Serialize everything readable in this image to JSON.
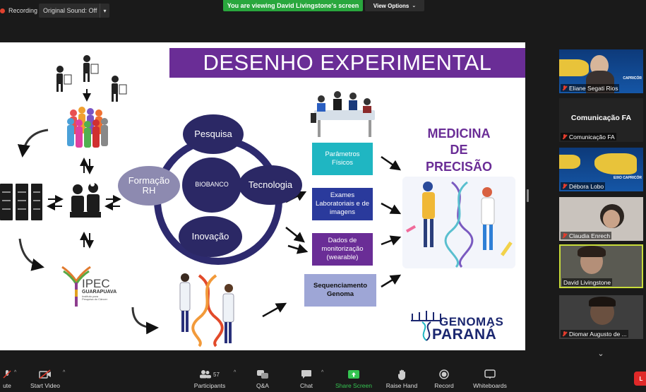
{
  "top_bar": {
    "recording_label": "Recording",
    "sound_label": "Original Sound: Off",
    "viewing_banner": "You are viewing David Livingstone's screen",
    "view_options_label": "View Options"
  },
  "slide": {
    "title": "DESENHO EXPERIMENTAL",
    "nodes": {
      "pesquisa": "Pesquisa",
      "formacao": "Formação RH",
      "biobanco": "BIOBANCO",
      "tecnologia": "Tecnologia",
      "inovacao": "Inovação"
    },
    "boxes": {
      "parametros": "Parâmetros Físicos",
      "exames": "Exames Laboratoriais e de imagens",
      "dados": "Dados de monitorização (wearable)",
      "sequenciamento": "Sequenciamento Genoma"
    },
    "medicina": [
      "MEDICINA",
      "DE",
      "PRECISÃO"
    ],
    "genomas_logo": {
      "line1": "GENOMAS",
      "line2": "PARANÁ"
    },
    "ipec_logo": {
      "name": "IPEC",
      "subtitle": "GUARAPUAVA",
      "tagline": "Instituto para Pesquisa do Câncer"
    }
  },
  "participants_panel": {
    "tiles": [
      {
        "name": "Eliane Segati Rios",
        "muted": true,
        "banner": "CAPRICÓR"
      },
      {
        "name": "Comunicação FA",
        "muted": true,
        "display_text": "Comunicação FA"
      },
      {
        "name": "Débora Lobo",
        "muted": true,
        "banner": "EIXO CAPRICÓR"
      },
      {
        "name": "Claudia Enrech",
        "muted": true
      },
      {
        "name": "David Livingstone",
        "muted": false,
        "active": true
      },
      {
        "name": "Diomar Augusto de ...",
        "muted": true
      }
    ]
  },
  "toolbar": {
    "items": [
      {
        "label": "ute",
        "icon": "mic-icon"
      },
      {
        "label": "Start Video",
        "icon": "video-off-icon"
      },
      {
        "label": "Participants",
        "icon": "participants-icon",
        "count": "57"
      },
      {
        "label": "Q&A",
        "icon": "qa-icon"
      },
      {
        "label": "Chat",
        "icon": "chat-icon"
      },
      {
        "label": "Share Screen",
        "icon": "share-screen-icon"
      },
      {
        "label": "Raise Hand",
        "icon": "hand-icon"
      },
      {
        "label": "Record",
        "icon": "record-icon"
      },
      {
        "label": "Whiteboards",
        "icon": "whiteboard-icon"
      }
    ],
    "leave_label": "L"
  },
  "colors": {
    "purple": "#6a2d96",
    "navy": "#2b2865",
    "cyan": "#1fb6c2",
    "share_green": "#35c451",
    "active_border": "#c8dc3a"
  }
}
